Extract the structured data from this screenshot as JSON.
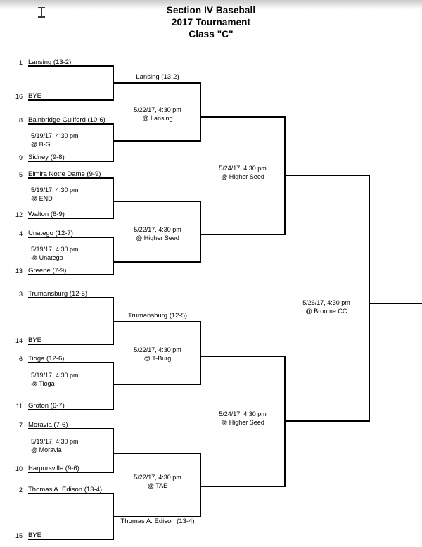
{
  "title": {
    "line1": "Section IV Baseball",
    "line2": "2017 Tournament",
    "line3": "Class \"C\""
  },
  "bracket": {
    "sport": "Baseball",
    "section": "Section IV",
    "year": "2017",
    "classification": "Class \"C\"",
    "champion_slot": "",
    "seeds": [
      {
        "seed": "1",
        "team": "Lansing (13-2)"
      },
      {
        "seed": "16",
        "team": "BYE"
      },
      {
        "seed": "8",
        "team": "Bainbridge-Guilford (10-6)"
      },
      {
        "seed": "9",
        "team": "Sidney (9-8)"
      },
      {
        "seed": "5",
        "team": "Elmira Notre Dame (9-9)"
      },
      {
        "seed": "12",
        "team": "Walton (8-9)"
      },
      {
        "seed": "4",
        "team": "Unatego (12-7)"
      },
      {
        "seed": "13",
        "team": "Greene (7-9)"
      },
      {
        "seed": "3",
        "team": "Trumansburg (12-5)"
      },
      {
        "seed": "14",
        "team": "BYE"
      },
      {
        "seed": "6",
        "team": "Tioga (12-6)"
      },
      {
        "seed": "11",
        "team": "Groton (6-7)"
      },
      {
        "seed": "7",
        "team": "Moravia (7-6)"
      },
      {
        "seed": "10",
        "team": "Harpursville (9-6)"
      },
      {
        "seed": "2",
        "team": "Thomas A. Edison (13-4)"
      },
      {
        "seed": "15",
        "team": "BYE"
      }
    ],
    "round1": [
      {
        "id": "r1g1",
        "date": "",
        "site": "",
        "winner": ""
      },
      {
        "id": "r1g2",
        "date": "5/19/17, 4:30 pm",
        "site": "@ B-G",
        "winner": ""
      },
      {
        "id": "r1g3",
        "date": "5/19/17, 4:30 pm",
        "site": "@ END",
        "winner": ""
      },
      {
        "id": "r1g4",
        "date": "5/19/17, 4:30 pm",
        "site": "@ Unatego",
        "winner": ""
      },
      {
        "id": "r1g5",
        "date": "",
        "site": "",
        "winner": ""
      },
      {
        "id": "r1g6",
        "date": "5/19/17, 4:30 pm",
        "site": "@ Tioga",
        "winner": ""
      },
      {
        "id": "r1g7",
        "date": "5/19/17, 4:30 pm",
        "site": "@ Moravia",
        "winner": ""
      },
      {
        "id": "r1g8",
        "date": "",
        "site": "",
        "winner": ""
      }
    ],
    "round2": [
      {
        "id": "r2g1",
        "date": "5/22/17, 4:30 pm",
        "site": "@ Lansing",
        "winner": "Lansing (13-2)"
      },
      {
        "id": "r2g2",
        "date": "5/22/17, 4:30 pm",
        "site": "@ Higher Seed",
        "winner": ""
      },
      {
        "id": "r2g3",
        "date": "5/22/17, 4:30 pm",
        "site": "@ T-Burg",
        "winner": "Trumansburg (12-5)"
      },
      {
        "id": "r2g4",
        "date": "5/22/17, 4:30 pm",
        "site": "@ TAE",
        "winner": "Thomas A. Edison (13-4)"
      }
    ],
    "semifinals": [
      {
        "id": "sf1",
        "date": "5/24/17, 4:30 pm",
        "site": "@ Higher Seed",
        "winner": ""
      },
      {
        "id": "sf2",
        "date": "5/24/17, 4:30 pm",
        "site": "@ Higher Seed",
        "winner": ""
      }
    ],
    "final": {
      "id": "final",
      "date": "5/26/17, 4:30 pm",
      "site": "@ Broome CC",
      "winner": ""
    }
  },
  "colors": {
    "line": "#000000",
    "text": "#000000",
    "background": "#ffffff"
  }
}
